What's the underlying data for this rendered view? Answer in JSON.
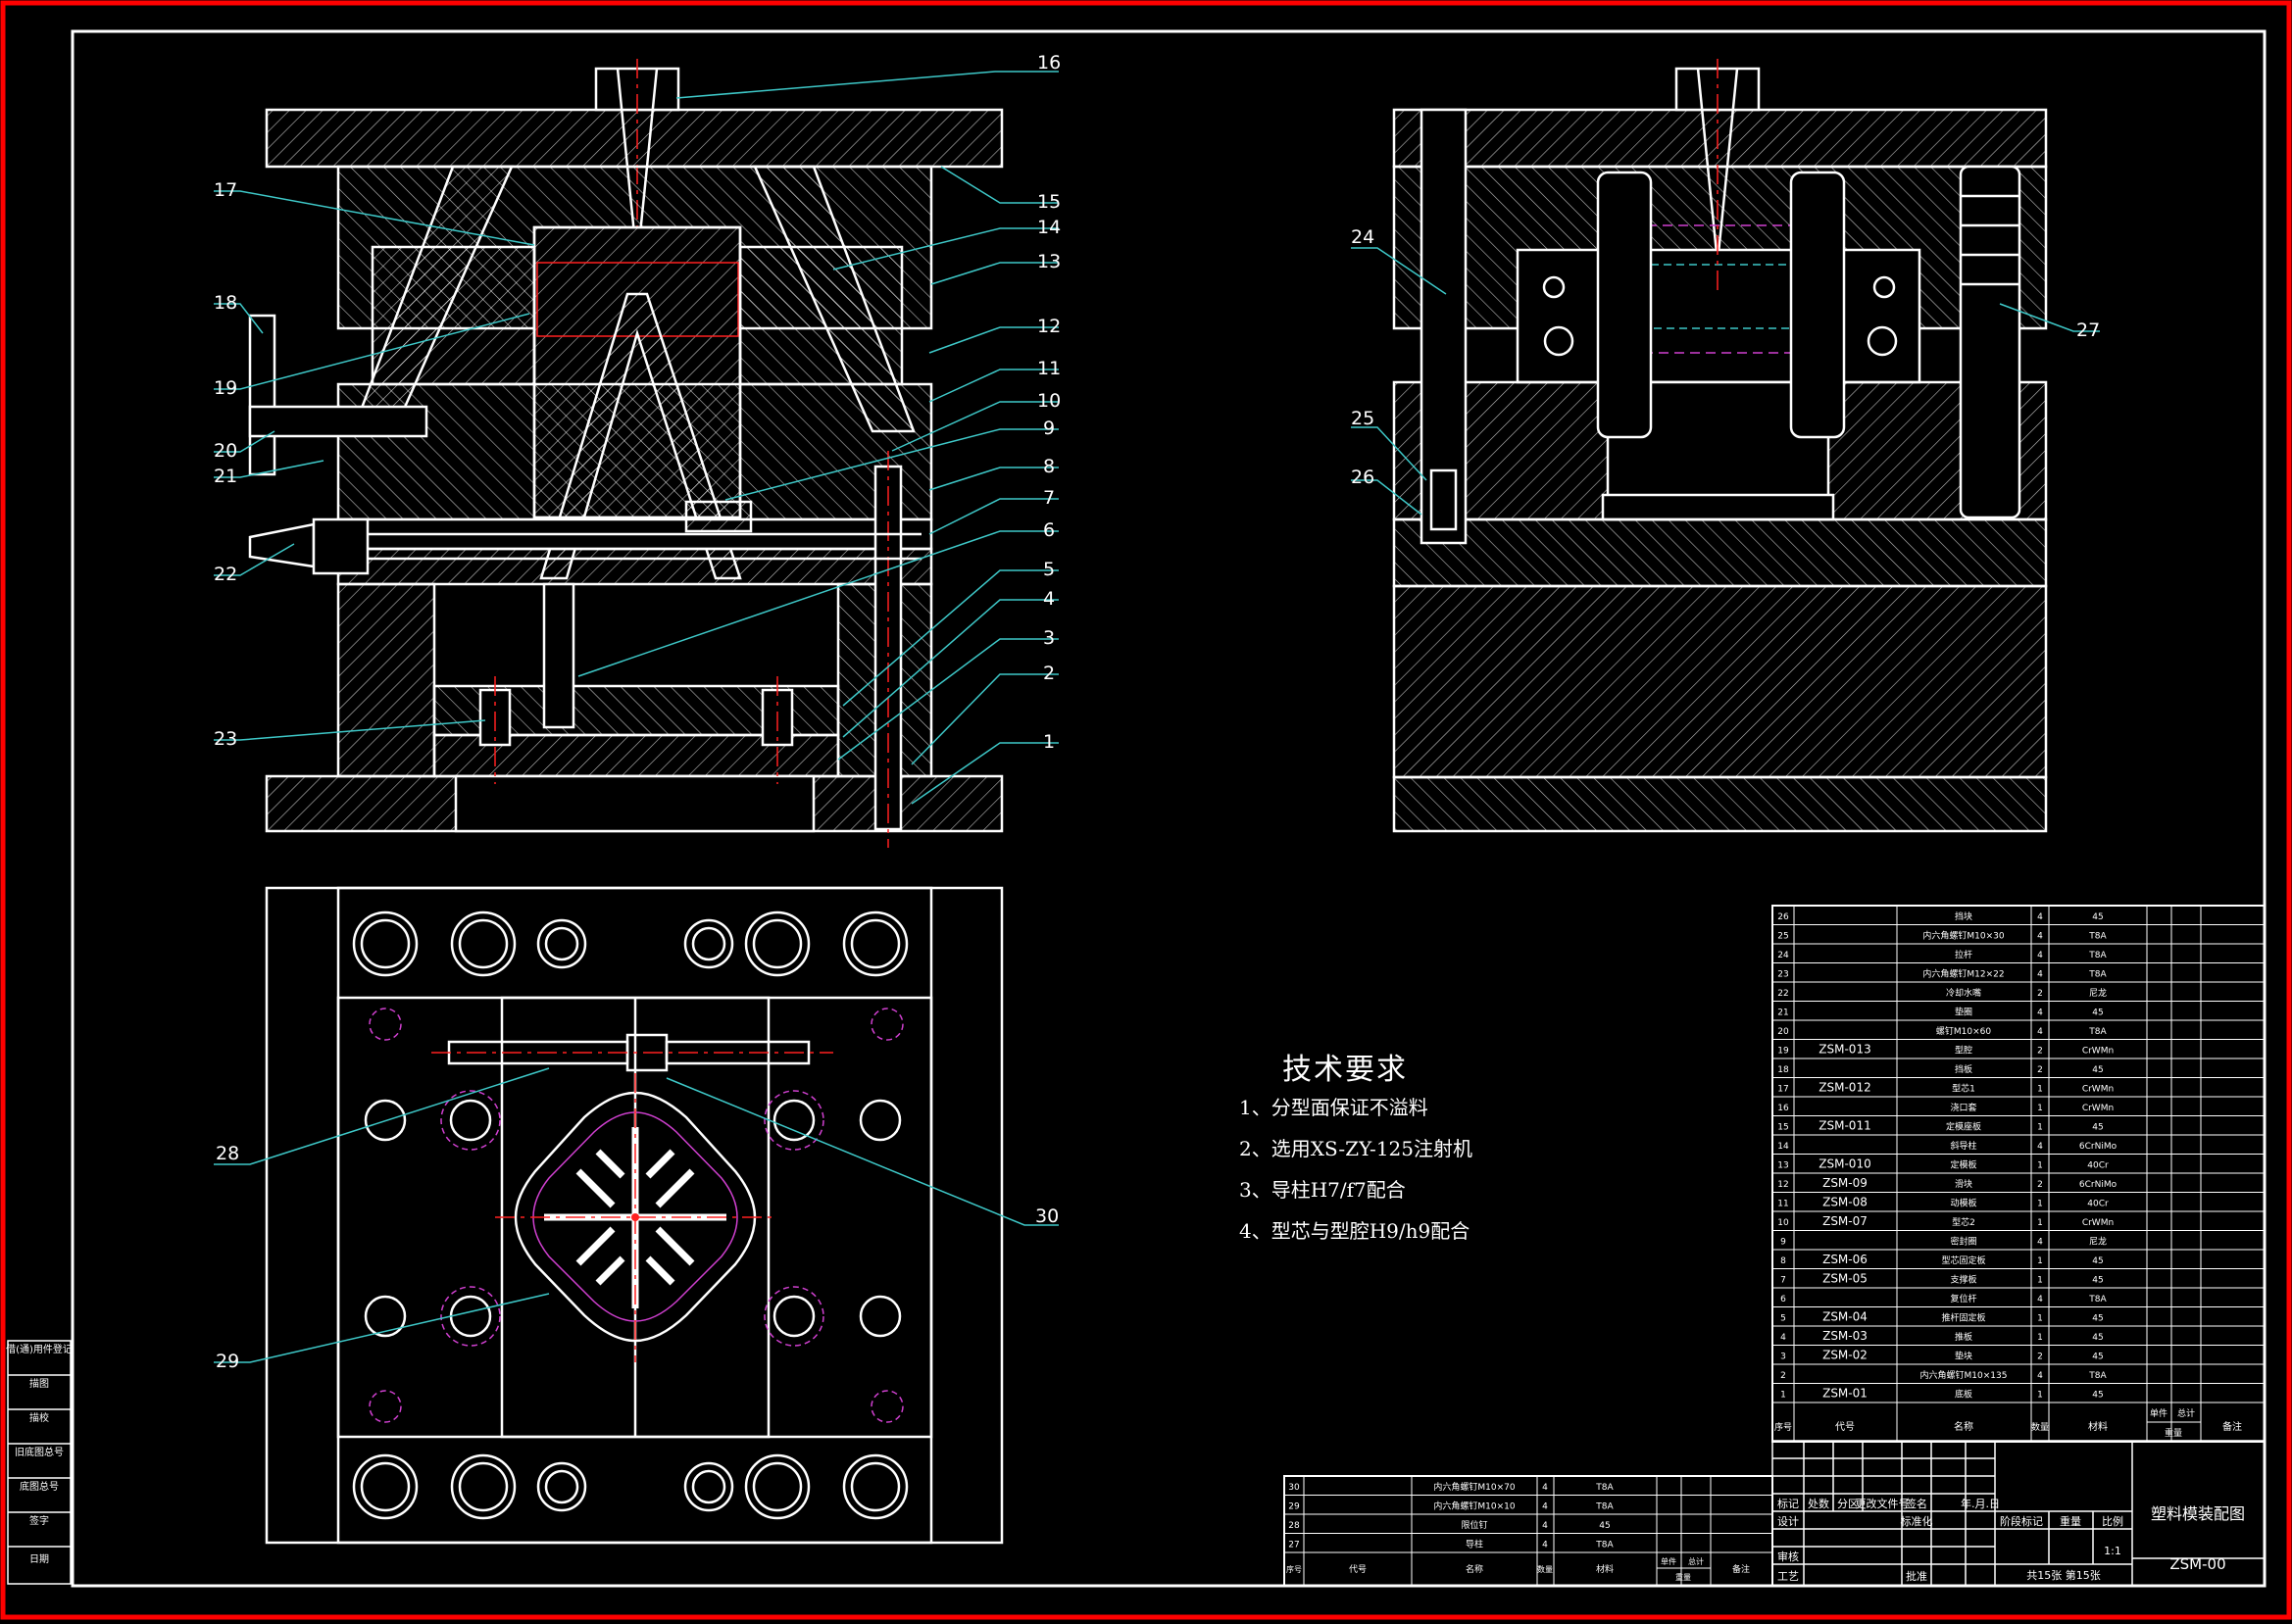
{
  "colors": {
    "background": "#000000",
    "frame": "#ff0000",
    "line": "#ffffff",
    "leader": "#3ec8c8",
    "center": "#ff2020",
    "hidden": "#d040d0",
    "pink": "#ff4070"
  },
  "callouts": {
    "c1": "1",
    "c2": "2",
    "c3": "3",
    "c4": "4",
    "c5": "5",
    "c6": "6",
    "c7": "7",
    "c8": "8",
    "c9": "9",
    "c10": "10",
    "c11": "11",
    "c12": "12",
    "c13": "13",
    "c14": "14",
    "c15": "15",
    "c16": "16",
    "c17": "17",
    "c18": "18",
    "c19": "19",
    "c20": "20",
    "c21": "21",
    "c22": "22",
    "c23": "23",
    "c24": "24",
    "c25": "25",
    "c26": "26",
    "c27": "27",
    "c28": "28",
    "c29": "29",
    "c30": "30"
  },
  "tech_requirements": {
    "title": "技术要求",
    "items": [
      "1、分型面保证不溢料",
      "2、选用XS-ZY-125注射机",
      "3、导柱H7/f7配合",
      "4、型芯与型腔H9/h9配合"
    ]
  },
  "bom_main": {
    "rows": [
      {
        "no": "26",
        "code": "",
        "name": "挡块",
        "qty": "4",
        "mat": "45"
      },
      {
        "no": "25",
        "code": "",
        "name": "内六角螺钉M10×30",
        "qty": "4",
        "mat": "T8A"
      },
      {
        "no": "24",
        "code": "",
        "name": "拉杆",
        "qty": "4",
        "mat": "T8A"
      },
      {
        "no": "23",
        "code": "",
        "name": "内六角螺钉M12×22",
        "qty": "4",
        "mat": "T8A"
      },
      {
        "no": "22",
        "code": "",
        "name": "冷却水嘴",
        "qty": "2",
        "mat": "尼龙"
      },
      {
        "no": "21",
        "code": "",
        "name": "垫圈",
        "qty": "4",
        "mat": "45"
      },
      {
        "no": "20",
        "code": "",
        "name": "螺钉M10×60",
        "qty": "4",
        "mat": "T8A"
      },
      {
        "no": "19",
        "code": "ZSM-013",
        "name": "型腔",
        "qty": "2",
        "mat": "CrWMn"
      },
      {
        "no": "18",
        "code": "",
        "name": "挡板",
        "qty": "2",
        "mat": "45"
      },
      {
        "no": "17",
        "code": "ZSM-012",
        "name": "型芯1",
        "qty": "1",
        "mat": "CrWMn"
      },
      {
        "no": "16",
        "code": "",
        "name": "浇口套",
        "qty": "1",
        "mat": "CrWMn"
      },
      {
        "no": "15",
        "code": "ZSM-011",
        "name": "定模座板",
        "qty": "1",
        "mat": "45"
      },
      {
        "no": "14",
        "code": "",
        "name": "斜导柱",
        "qty": "4",
        "mat": "6CrNiMo"
      },
      {
        "no": "13",
        "code": "ZSM-010",
        "name": "定模板",
        "qty": "1",
        "mat": "40Cr"
      },
      {
        "no": "12",
        "code": "ZSM-09",
        "name": "滑块",
        "qty": "2",
        "mat": "6CrNiMo"
      },
      {
        "no": "11",
        "code": "ZSM-08",
        "name": "动模板",
        "qty": "1",
        "mat": "40Cr"
      },
      {
        "no": "10",
        "code": "ZSM-07",
        "name": "型芯2",
        "qty": "1",
        "mat": "CrWMn"
      },
      {
        "no": "9",
        "code": "",
        "name": "密封圈",
        "qty": "4",
        "mat": "尼龙"
      },
      {
        "no": "8",
        "code": "ZSM-06",
        "name": "型芯固定板",
        "qty": "1",
        "mat": "45"
      },
      {
        "no": "7",
        "code": "ZSM-05",
        "name": "支撑板",
        "qty": "1",
        "mat": "45"
      },
      {
        "no": "6",
        "code": "",
        "name": "复位杆",
        "qty": "4",
        "mat": "T8A"
      },
      {
        "no": "5",
        "code": "ZSM-04",
        "name": "推杆固定板",
        "qty": "1",
        "mat": "45"
      },
      {
        "no": "4",
        "code": "ZSM-03",
        "name": "推板",
        "qty": "1",
        "mat": "45"
      },
      {
        "no": "3",
        "code": "ZSM-02",
        "name": "垫块",
        "qty": "2",
        "mat": "45"
      },
      {
        "no": "2",
        "code": "",
        "name": "内六角螺钉M10×135",
        "qty": "4",
        "mat": "T8A"
      },
      {
        "no": "1",
        "code": "ZSM-01",
        "name": "底板",
        "qty": "1",
        "mat": "45"
      }
    ],
    "header": {
      "no": "序号",
      "code": "代号",
      "name": "名称",
      "qty": "数量",
      "mat": "材料",
      "unit_w": "单件",
      "total_w": "总计",
      "weight": "重量",
      "remark": "备注"
    }
  },
  "bom_small": {
    "rows": [
      {
        "no": "30",
        "name": "内六角螺钉M10×70",
        "qty": "4",
        "mat": "T8A"
      },
      {
        "no": "29",
        "name": "内六角螺钉M10×10",
        "qty": "4",
        "mat": "T8A"
      },
      {
        "no": "28",
        "name": "限位钉",
        "qty": "4",
        "mat": "45"
      },
      {
        "no": "27",
        "name": "导柱",
        "qty": "4",
        "mat": "T8A"
      }
    ],
    "header": {
      "no": "序号",
      "code": "代号",
      "name": "名称",
      "qty": "数量",
      "mat": "材料",
      "unit_w": "单件",
      "total_w": "总计",
      "weight": "重量",
      "remark": "备注"
    }
  },
  "title_block": {
    "drawing_title": "塑料模装配图",
    "drawing_no": "ZSM-00",
    "scale": "1:1",
    "sheets": "共15张 第15张",
    "label_stage": "阶段标记",
    "label_weight": "重量",
    "label_scale": "比例",
    "label_mark": "标记",
    "label_count": "处数",
    "label_zone": "分区",
    "label_docno": "更改文件号",
    "label_sign": "签名",
    "label_date": "年.月.日",
    "label_design": "设计",
    "label_std": "标准化",
    "label_check": "审核",
    "label_process": "工艺",
    "label_approve": "批准"
  },
  "left_strip": {
    "items": [
      "借(通)用件登记",
      "描图",
      "描校",
      "旧底图总号",
      "底图总号",
      "签字",
      "日期"
    ]
  }
}
